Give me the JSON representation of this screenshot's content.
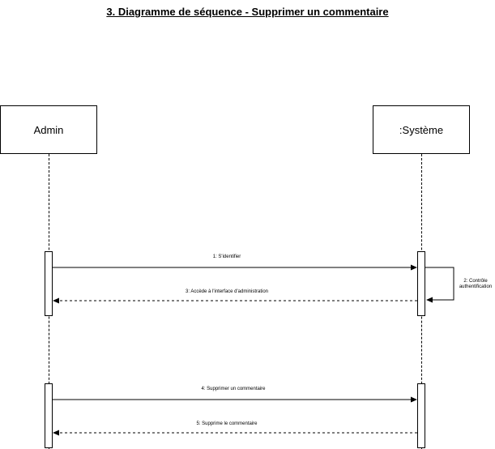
{
  "title": "3. Diagramme de séquence - Supprimer un commentaire",
  "lifelines": {
    "admin": "Admin",
    "systeme": ":Système"
  },
  "messages": {
    "m1": "1: S'identifier",
    "m2_line1": "2: Contrôle",
    "m2_line2": "authentification",
    "m3": "3: Accède à l'interface d'administration",
    "m4": "4: Supprimer un commentaire",
    "m5": "5:  Supprime le commentaire"
  }
}
